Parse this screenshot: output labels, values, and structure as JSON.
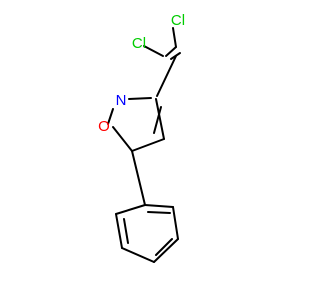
{
  "molecule": {
    "atoms": {
      "cl1": {
        "text": "Cl",
        "color": "#00cc00"
      },
      "cl2": {
        "text": "Cl",
        "color": "#00cc00"
      },
      "n": {
        "text": "N",
        "color": "#0000ff"
      },
      "o": {
        "text": "O",
        "color": "#ff0000"
      }
    },
    "bond_color": "#000000"
  }
}
